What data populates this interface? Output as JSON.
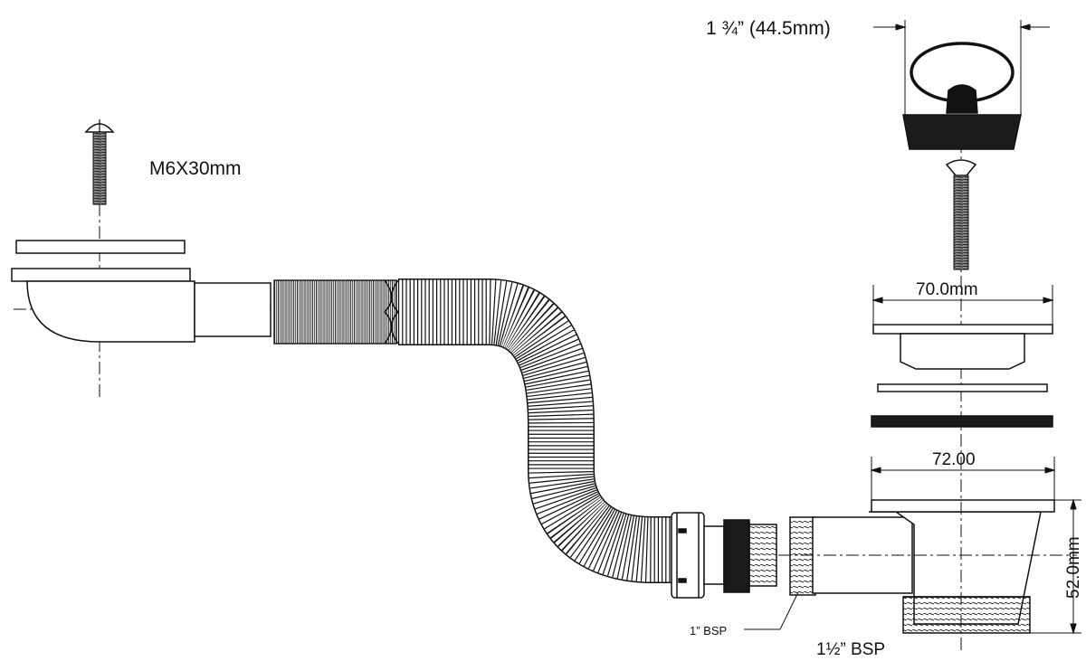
{
  "labels": {
    "screw_spec": "M6X30mm",
    "plug_width": "1 ¾” (44.5mm)",
    "flange_width": "70.0mm",
    "body_width": "72.00",
    "height": "52.0mm",
    "small_thread": "1” BSP",
    "large_thread": "1½” BSP"
  },
  "colors": {
    "line": "#111111",
    "fill": "#ffffff",
    "rubber": "#1a1a1a",
    "screw": "#777777"
  }
}
